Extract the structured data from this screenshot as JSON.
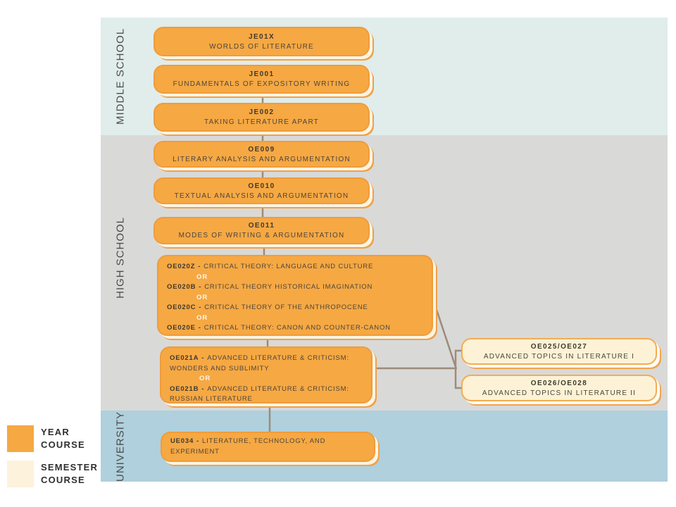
{
  "palette": {
    "year_course_fill": "#F6A843",
    "year_course_border": "#EE9C3D",
    "semester_course_fill": "#FDF2D5",
    "semester_course_border": "#F3AC52",
    "band_middle_school": "#E0EDEB",
    "band_high_school": "#D9D9D8",
    "band_university": "#AFD0DC",
    "connector": "#9C8C7A"
  },
  "bands": {
    "middle_school": "MIDDLE SCHOOL",
    "high_school": "HIGH SCHOOL",
    "university": "UNIVERSITY"
  },
  "separator": "OR",
  "dash": "-",
  "courses": {
    "je01x": {
      "code": "JE01X",
      "name": "WORLDS OF LITERATURE"
    },
    "je001": {
      "code": "JE001",
      "name": "FUNDAMENTALS OF EXPOSITORY WRITING"
    },
    "je002": {
      "code": "JE002",
      "name": "TAKING LITERATURE APART"
    },
    "oe009": {
      "code": "OE009",
      "name": "LITERARY ANALYSIS AND ARGUMENTATION"
    },
    "oe010": {
      "code": "OE010",
      "name": "TEXTUAL ANALYSIS AND ARGUMENTATION"
    },
    "oe011": {
      "code": "OE011",
      "name": "MODES OF WRITING & ARGUMENTATION"
    },
    "oe020_options": [
      {
        "code": "OE020Z",
        "name": "CRITICAL THEORY: LANGUAGE AND CULTURE"
      },
      {
        "code": "OE020B",
        "name": "CRITICAL THEORY HISTORICAL IMAGINATION"
      },
      {
        "code": "OE020C",
        "name": "CRITICAL THEORY OF THE ANTHROPOCENE"
      },
      {
        "code": "OE020E",
        "name": "CRITICAL THEORY: CANON AND COUNTER-CANON"
      }
    ],
    "oe021_options": [
      {
        "code": "OE021A",
        "name": "ADVANCED LITERATURE & CRITICISM: WONDERS AND SUBLIMITY"
      },
      {
        "code": "OE021B",
        "name": "ADVANCED LITERATURE & CRITICISM: RUSSIAN LITERATURE"
      }
    ],
    "oe025_027": {
      "code": "OE025/OE027",
      "name": "ADVANCED TOPICS IN LITERATURE I"
    },
    "oe026_028": {
      "code": "OE026/OE028",
      "name": "ADVANCED TOPICS IN LITERATURE II"
    },
    "ue034": {
      "code": "UE034",
      "name": "LITERATURE, TECHNOLOGY, AND EXPERIMENT"
    }
  },
  "legend": {
    "year": {
      "line1": "YEAR",
      "line2": "COURSE"
    },
    "semester": {
      "line1": "SEMESTER",
      "line2": "COURSE"
    }
  }
}
